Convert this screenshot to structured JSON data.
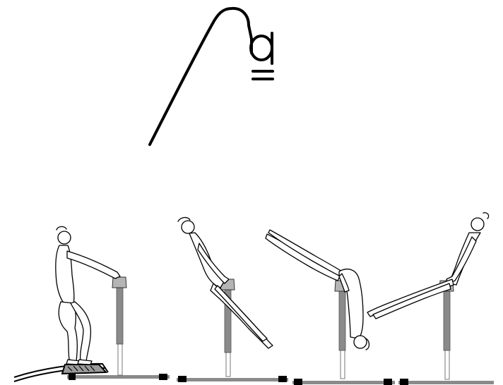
{
  "figure": {
    "notation_symbol": "gymnastics-skill-notation-symbol",
    "sequence_frames": [
      {
        "frame": "approach-on-springboard",
        "bar": "left-bar"
      },
      {
        "frame": "support-lean-back",
        "bar": "second-bar"
      },
      {
        "frame": "inverted-piked-cast",
        "bar": "third-bar"
      },
      {
        "frame": "front-support-extension",
        "bar": "right-bar"
      }
    ]
  },
  "colors": {
    "ink": "#000000",
    "bar_grey": "#8a8a8a",
    "bar_light": "#b5b5b5",
    "bar_dark": "#555555",
    "background": "#ffffff"
  }
}
